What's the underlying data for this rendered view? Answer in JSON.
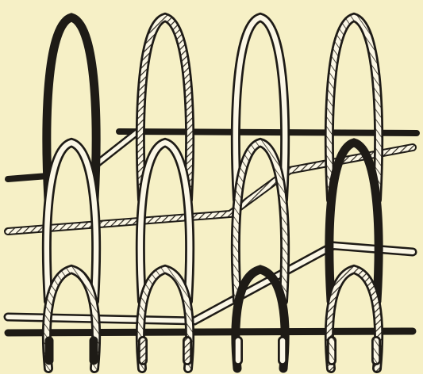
{
  "figure": {
    "subject": "knit-stitch-structure",
    "wales": 4,
    "courses": 3,
    "colors": {
      "background": "#f6f0c6",
      "yarn_dark": "#1e1b16",
      "yarn_light": "#fbf7e6",
      "hatch": "#2a261e"
    },
    "yarn_styles": [
      "dark",
      "hatched",
      "white",
      "striped"
    ]
  }
}
